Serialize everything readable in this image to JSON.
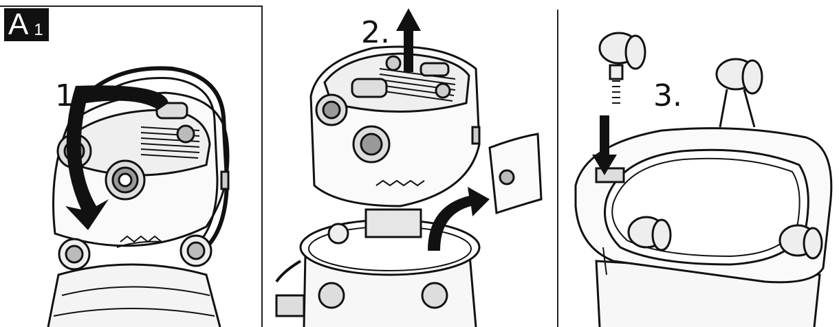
{
  "figure": {
    "badge_letter": "A",
    "badge_number": "1"
  },
  "steps": [
    {
      "label": "1."
    },
    {
      "label": "2."
    },
    {
      "label": "3."
    }
  ],
  "colors": {
    "ink": "#111111",
    "grey": "#9a9a9a",
    "light": "#e6e6e6",
    "paper": "#ffffff"
  }
}
